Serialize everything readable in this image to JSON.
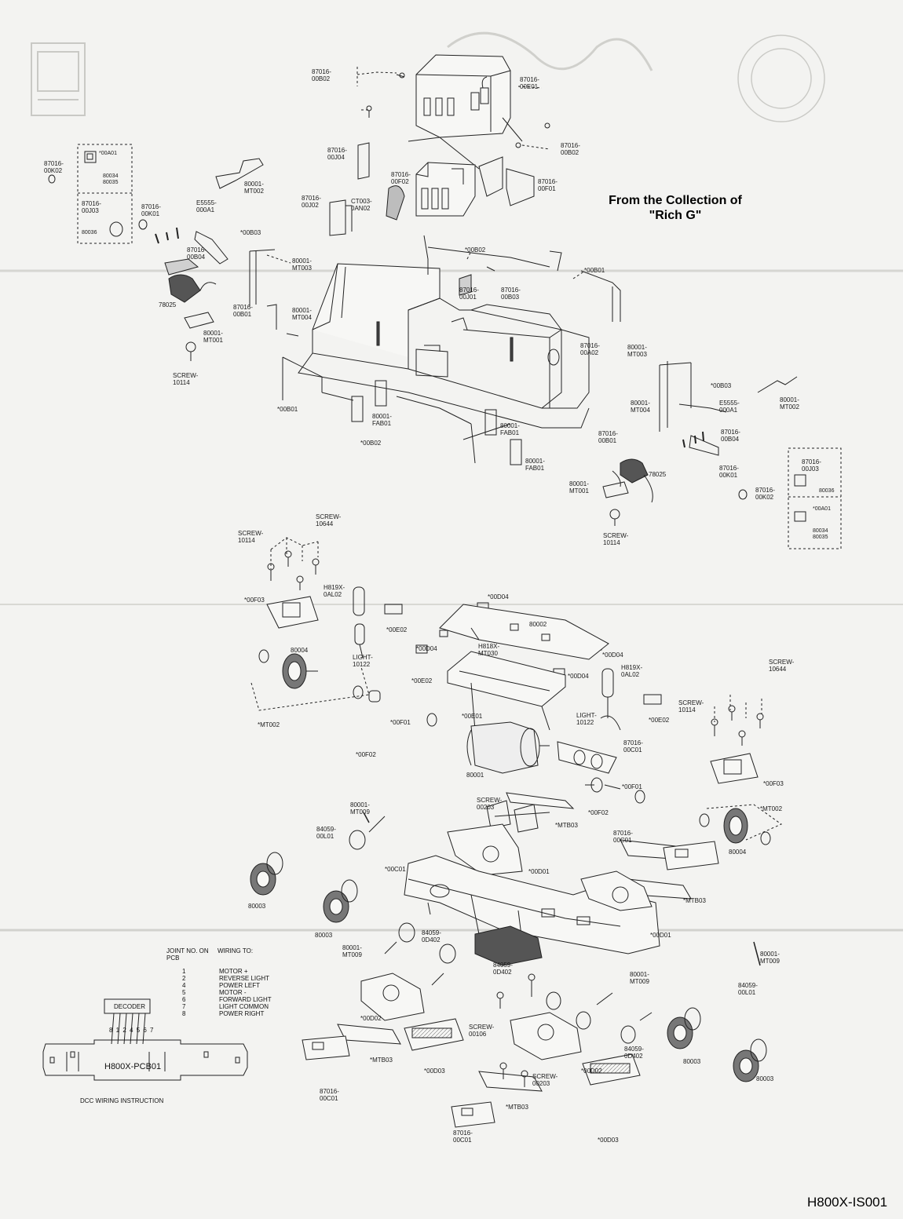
{
  "credit": {
    "line1": "From the Collection of",
    "line2": "\"Rich G\""
  },
  "doc_id": "H800X-IS001",
  "parts": [
    {
      "id": "p1",
      "text": "87016-\n00B02"
    },
    {
      "id": "p2",
      "text": "87016-\n00E01"
    },
    {
      "id": "p3",
      "text": "87016-\n00B02"
    },
    {
      "id": "p4",
      "text": "87016-\n00J04"
    },
    {
      "id": "p5",
      "text": "87016-\n00F02"
    },
    {
      "id": "p6",
      "text": "87016-\n00F01"
    },
    {
      "id": "p7",
      "text": "87016-\n00K02"
    },
    {
      "id": "p8",
      "text": "*00A01"
    },
    {
      "id": "p9",
      "text": "80034\n80035"
    },
    {
      "id": "p10",
      "text": "87016-\n00J03"
    },
    {
      "id": "p11",
      "text": "80036"
    },
    {
      "id": "p12",
      "text": "87016-\n00K01"
    },
    {
      "id": "p13",
      "text": "E5555-\n000A1"
    },
    {
      "id": "p14",
      "text": "80001-\nMT002"
    },
    {
      "id": "p15",
      "text": "87016-\n00J02"
    },
    {
      "id": "p16",
      "text": "CT003-\n0AN02"
    },
    {
      "id": "p17",
      "text": "*00B03"
    },
    {
      "id": "p18",
      "text": "87016-\n00B04"
    },
    {
      "id": "p19",
      "text": "80001-\nMT003"
    },
    {
      "id": "p20",
      "text": "*00B02"
    },
    {
      "id": "p21",
      "text": "*00B01"
    },
    {
      "id": "p22",
      "text": "87016-\n00J01"
    },
    {
      "id": "p23",
      "text": "87016-\n00B03"
    },
    {
      "id": "p24",
      "text": "78025"
    },
    {
      "id": "p25",
      "text": "87016-\n00B01"
    },
    {
      "id": "p26",
      "text": "80001-\nMT004"
    },
    {
      "id": "p27",
      "text": "80001-\nMT001"
    },
    {
      "id": "p28",
      "text": "SCREW-\n10114"
    },
    {
      "id": "p29",
      "text": "87016-\n00A02"
    },
    {
      "id": "p30",
      "text": "80001-\nMT003"
    },
    {
      "id": "p31",
      "text": "*00B03"
    },
    {
      "id": "p32",
      "text": "80001-\nMT002"
    },
    {
      "id": "p33",
      "text": "*00B01"
    },
    {
      "id": "p34",
      "text": "80001-\nFAB01"
    },
    {
      "id": "p35",
      "text": "*00B02"
    },
    {
      "id": "p36",
      "text": "80001-\nFAB01"
    },
    {
      "id": "p37",
      "text": "80001-\nFAB01"
    },
    {
      "id": "p38",
      "text": "80001-\nMT004"
    },
    {
      "id": "p39",
      "text": "E5555-\n000A1"
    },
    {
      "id": "p40",
      "text": "87016-\n00B01"
    },
    {
      "id": "p41",
      "text": "87016-\n00B04"
    },
    {
      "id": "p42",
      "text": "87016-\n00J03"
    },
    {
      "id": "p43",
      "text": "80036"
    },
    {
      "id": "p44",
      "text": "78025"
    },
    {
      "id": "p45",
      "text": "87016-\n00K01"
    },
    {
      "id": "p46",
      "text": "87016-\n00K02"
    },
    {
      "id": "p47",
      "text": "80001-\nMT001"
    },
    {
      "id": "p48",
      "text": "*00A01"
    },
    {
      "id": "p49",
      "text": "80034\n80035"
    },
    {
      "id": "p50",
      "text": "SCREW-\n10114"
    },
    {
      "id": "p51",
      "text": "SCREW-\n10644"
    },
    {
      "id": "p52",
      "text": "SCREW-\n10114"
    },
    {
      "id": "p53",
      "text": "H819X-\n0AL02"
    },
    {
      "id": "p54",
      "text": "*00F03"
    },
    {
      "id": "p55",
      "text": "*00D04"
    },
    {
      "id": "p56",
      "text": "80002"
    },
    {
      "id": "p57",
      "text": "*00E02"
    },
    {
      "id": "p58",
      "text": "80004"
    },
    {
      "id": "p59",
      "text": "LIGHT-\n10122"
    },
    {
      "id": "p60",
      "text": "*00D04"
    },
    {
      "id": "p61",
      "text": "H818X-\nMT030"
    },
    {
      "id": "p62",
      "text": "*00D04"
    },
    {
      "id": "p63",
      "text": "*00E02"
    },
    {
      "id": "p64",
      "text": "*00D04"
    },
    {
      "id": "p65",
      "text": "H819X-\n0AL02"
    },
    {
      "id": "p66",
      "text": "SCREW-\n10644"
    },
    {
      "id": "p67",
      "text": "*MT002"
    },
    {
      "id": "p68",
      "text": "*00F01"
    },
    {
      "id": "p69",
      "text": "*00E01"
    },
    {
      "id": "p70",
      "text": "LIGHT-\n10122"
    },
    {
      "id": "p71",
      "text": "*00E02"
    },
    {
      "id": "p72",
      "text": "SCREW-\n10114"
    },
    {
      "id": "p73",
      "text": "*00F02"
    },
    {
      "id": "p74",
      "text": "80001"
    },
    {
      "id": "p75",
      "text": "87016-\n00C01"
    },
    {
      "id": "p76",
      "text": "*00F01"
    },
    {
      "id": "p77",
      "text": "*00F03"
    },
    {
      "id": "p78",
      "text": "SCREW-\n00203"
    },
    {
      "id": "p79",
      "text": "*00F02"
    },
    {
      "id": "p80",
      "text": "80001-\nMT009"
    },
    {
      "id": "p81",
      "text": "*MTB03"
    },
    {
      "id": "p82",
      "text": "87016-\n00C01"
    },
    {
      "id": "p83",
      "text": "*MT002"
    },
    {
      "id": "p84",
      "text": "84059-\n00L01"
    },
    {
      "id": "p85",
      "text": "80004"
    },
    {
      "id": "p86",
      "text": "*00C01"
    },
    {
      "id": "p87",
      "text": "*00D01"
    },
    {
      "id": "p88",
      "text": "80003"
    },
    {
      "id": "p89",
      "text": "*MTB03"
    },
    {
      "id": "p90",
      "text": "80003"
    },
    {
      "id": "p91",
      "text": "*00D01"
    },
    {
      "id": "p92",
      "text": "84059-\n0D402"
    },
    {
      "id": "p93",
      "text": "80001-\nMT009"
    },
    {
      "id": "p94",
      "text": "80001-\nMT009"
    },
    {
      "id": "p95",
      "text": "84059-\n0D402"
    },
    {
      "id": "p96",
      "text": "80001-\nMT009"
    },
    {
      "id": "p97",
      "text": "84059-\n00L01"
    },
    {
      "id": "p98",
      "text": "*00D02"
    },
    {
      "id": "p99",
      "text": "SCREW-\n00106"
    },
    {
      "id": "p100",
      "text": "84059-\n0D402"
    },
    {
      "id": "p101",
      "text": "80003"
    },
    {
      "id": "p102",
      "text": "80003"
    },
    {
      "id": "p103",
      "text": "*MTB03"
    },
    {
      "id": "p104",
      "text": "*00D03"
    },
    {
      "id": "p105",
      "text": "*00D02"
    },
    {
      "id": "p106",
      "text": "SCREW-\n00203"
    },
    {
      "id": "p107",
      "text": "*MTB03"
    },
    {
      "id": "p108",
      "text": "87016-\n00C01"
    },
    {
      "id": "p109",
      "text": "87016-\n00C01"
    },
    {
      "id": "p110",
      "text": "*00D03"
    }
  ],
  "wiring": {
    "col1_header": "JOINT NO. ON\nPCB",
    "col2_header": "WIRING TO:",
    "rows": [
      {
        "joint": "1",
        "to": "MOTOR +"
      },
      {
        "joint": "2",
        "to": "REVERSE LIGHT"
      },
      {
        "joint": "4",
        "to": "POWER LEFT"
      },
      {
        "joint": "5",
        "to": "MOTOR -"
      },
      {
        "joint": "6",
        "to": "FORWARD LIGHT"
      },
      {
        "joint": "7",
        "to": "LIGHT COMMON"
      },
      {
        "joint": "8",
        "to": "POWER RIGHT"
      }
    ],
    "decoder_label": "DECODER",
    "pin_numbers": "8 1 2 4 5 6 7",
    "pcb_name": "H800X-PCB01",
    "title": "DCC WIRING INSTRUCTION"
  }
}
